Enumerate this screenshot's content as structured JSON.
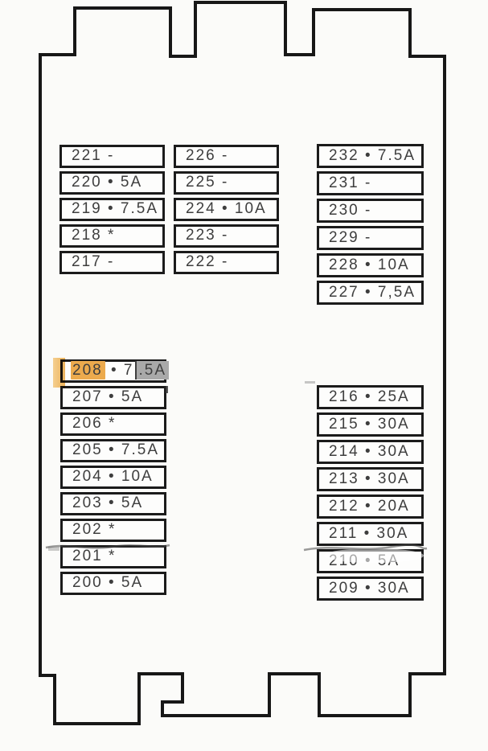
{
  "colors": {
    "outline": "#171717",
    "box_border": "#1b1b1b",
    "box_fill": "#fdfdfc",
    "page_bg": "#fbfbf9",
    "text": "#3e3e3e",
    "highlight_orange": "#ecaa4d",
    "smudge_gray": "#a9a9a9"
  },
  "groups": [
    {
      "name": "top-left",
      "rows": [
        {
          "label": "221 -"
        },
        {
          "label": "220 • 5A"
        },
        {
          "label": "219 • 7.5A"
        },
        {
          "label": "218 *"
        },
        {
          "label": "217 -"
        }
      ]
    },
    {
      "name": "top-middle",
      "rows": [
        {
          "label": "226 -"
        },
        {
          "label": "225 -"
        },
        {
          "label": "224 • 10A"
        },
        {
          "label": "223 -"
        },
        {
          "label": "222 -"
        }
      ]
    },
    {
      "name": "top-right",
      "rows": [
        {
          "label": "232 • 7.5A"
        },
        {
          "label": "231 -"
        },
        {
          "label": "230 -"
        },
        {
          "label": "229 -"
        },
        {
          "label": "228 • 10A"
        },
        {
          "label": "227 • 7,5A"
        }
      ]
    },
    {
      "name": "bottom-left",
      "rows": [
        {
          "label": "208 • 7.5A",
          "highlight": {
            "number": "208",
            "separator": "•",
            "prefix": "7",
            "smudged": ".5A"
          }
        },
        {
          "label": "207 • 5A"
        },
        {
          "label": "206 *"
        },
        {
          "label": "205 • 7.5A"
        },
        {
          "label": "204 • 10A"
        },
        {
          "label": "203 • 5A"
        },
        {
          "label": "202 *"
        },
        {
          "label": "201 *"
        },
        {
          "label": "200 • 5A"
        }
      ]
    },
    {
      "name": "bottom-right",
      "rows": [
        {
          "label": "216 • 25A"
        },
        {
          "label": "215 • 30A"
        },
        {
          "label": "214 • 30A"
        },
        {
          "label": "213 • 30A"
        },
        {
          "label": "212 • 20A"
        },
        {
          "label": "211 • 30A"
        },
        {
          "label": "210 • 5A"
        },
        {
          "label": "209 • 30A"
        }
      ]
    }
  ]
}
